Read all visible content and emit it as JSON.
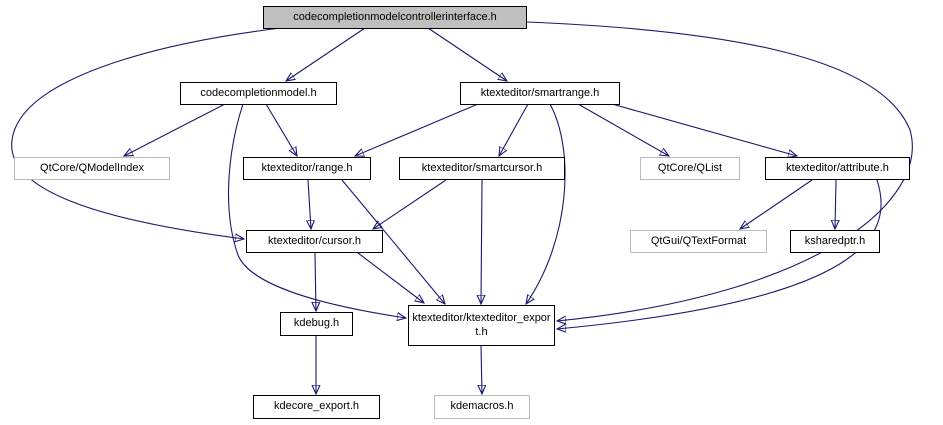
{
  "diagram": {
    "type": "include-dependency-graph",
    "nodes": {
      "root": {
        "label": "codecompletionmodelcontrollerinterface.h",
        "kind": "current-file"
      },
      "codecompletionmodel": {
        "label": "codecompletionmodel.h",
        "kind": "linked-header"
      },
      "smartrange": {
        "label": "ktexteditor/smartrange.h",
        "kind": "linked-header"
      },
      "qmodelindex": {
        "label": "QtCore/QModelIndex",
        "kind": "external-header"
      },
      "range": {
        "label": "ktexteditor/range.h",
        "kind": "linked-header"
      },
      "smartcursor": {
        "label": "ktexteditor/smartcursor.h",
        "kind": "linked-header"
      },
      "qlist": {
        "label": "QtCore/QList",
        "kind": "external-header"
      },
      "attribute": {
        "label": "ktexteditor/attribute.h",
        "kind": "linked-header"
      },
      "cursor": {
        "label": "ktexteditor/cursor.h",
        "kind": "linked-header"
      },
      "qtextformat": {
        "label": "QtGui/QTextFormat",
        "kind": "external-header"
      },
      "ksharedptr": {
        "label": "ksharedptr.h",
        "kind": "linked-header"
      },
      "kdebug": {
        "label": "kdebug.h",
        "kind": "linked-header"
      },
      "ktexteditor_export": {
        "label": "ktexteditor/ktexteditor_export.h",
        "kind": "linked-header"
      },
      "kdecore_export": {
        "label": "kdecore_export.h",
        "kind": "linked-header"
      },
      "kdemacros": {
        "label": "kdemacros.h",
        "kind": "external-header"
      }
    },
    "edges": [
      {
        "from": "root",
        "to": "codecompletionmodel"
      },
      {
        "from": "root",
        "to": "smartrange"
      },
      {
        "from": "root",
        "to": "cursor"
      },
      {
        "from": "root",
        "to": "ktexteditor_export"
      },
      {
        "from": "codecompletionmodel",
        "to": "qmodelindex"
      },
      {
        "from": "codecompletionmodel",
        "to": "range"
      },
      {
        "from": "codecompletionmodel",
        "to": "ktexteditor_export"
      },
      {
        "from": "smartrange",
        "to": "range"
      },
      {
        "from": "smartrange",
        "to": "smartcursor"
      },
      {
        "from": "smartrange",
        "to": "qlist"
      },
      {
        "from": "smartrange",
        "to": "attribute"
      },
      {
        "from": "smartrange",
        "to": "ktexteditor_export"
      },
      {
        "from": "range",
        "to": "cursor"
      },
      {
        "from": "range",
        "to": "ktexteditor_export"
      },
      {
        "from": "smartcursor",
        "to": "cursor"
      },
      {
        "from": "smartcursor",
        "to": "ktexteditor_export"
      },
      {
        "from": "attribute",
        "to": "qtextformat"
      },
      {
        "from": "attribute",
        "to": "ksharedptr"
      },
      {
        "from": "attribute",
        "to": "ktexteditor_export"
      },
      {
        "from": "cursor",
        "to": "kdebug"
      },
      {
        "from": "cursor",
        "to": "ktexteditor_export"
      },
      {
        "from": "kdebug",
        "to": "kdecore_export"
      },
      {
        "from": "ktexteditor_export",
        "to": "kdemacros"
      }
    ],
    "colors": {
      "edge": "#191970",
      "node_border": "#000000",
      "external_node_border": "#bcbcbc",
      "current_file_fill": "#bfbfbf",
      "background": "#ffffff"
    }
  }
}
